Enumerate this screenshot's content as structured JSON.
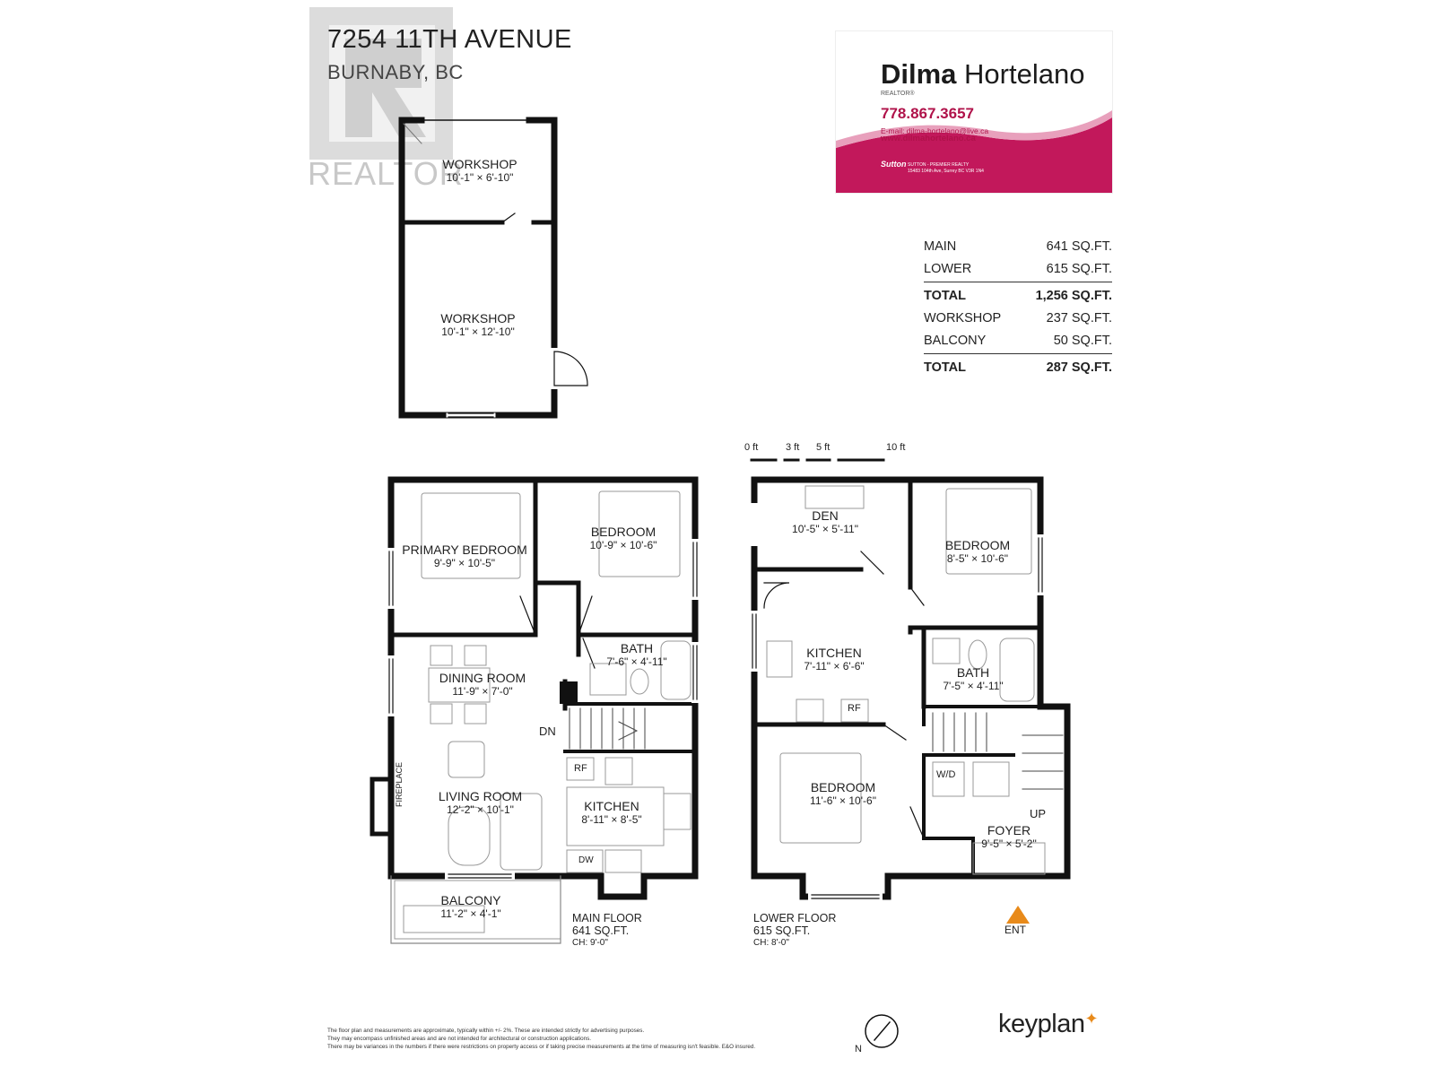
{
  "header": {
    "address": "7254 11TH AVENUE",
    "city": "BURNABY, BC"
  },
  "watermark": {
    "text": "REALTOR"
  },
  "agent_card": {
    "first_name": "Dilma",
    "last_name": "Hortelano",
    "designation": "REALTOR®",
    "phone": "778.867.3657",
    "email": "E-mail: dilma-hortelano@live.ca",
    "website": "www.dilmahortelano.ca",
    "brokerage_logo": "Sutton",
    "brokerage_line1": "SUTTON - PREMIER REALTY",
    "brokerage_line2": "15483 104th Ave, Surrey BC V3R 1N4",
    "colors": {
      "accent": "#c2185b"
    }
  },
  "area_table": {
    "rows": [
      {
        "label": "MAIN",
        "value": "641 SQ.FT."
      },
      {
        "label": "LOWER",
        "value": "615 SQ.FT."
      },
      {
        "label": "TOTAL",
        "value": "1,256 SQ.FT."
      },
      {
        "label": "WORKSHOP",
        "value": "237 SQ.FT."
      },
      {
        "label": "BALCONY",
        "value": "50 SQ.FT."
      },
      {
        "label": "TOTAL",
        "value": "287 SQ.FT."
      }
    ]
  },
  "workshop": {
    "rooms": [
      {
        "name": "WORKSHOP",
        "dims": "10'-1\" × 6'-10\""
      },
      {
        "name": "WORKSHOP",
        "dims": "10'-1\" × 12'-10\""
      }
    ]
  },
  "scale_bar": {
    "labels": [
      "0 ft",
      "3 ft",
      "5 ft",
      "10 ft"
    ]
  },
  "main_floor": {
    "label": "MAIN FLOOR",
    "area": "641 SQ.FT.",
    "ceiling": "CH: 9'-0\"",
    "rooms": [
      {
        "name": "PRIMARY BEDROOM",
        "dims": "9'-9\" × 10'-5\""
      },
      {
        "name": "BEDROOM",
        "dims": "10'-9\" × 10'-6\""
      },
      {
        "name": "BATH",
        "dims": "7'-6\" × 4'-11\""
      },
      {
        "name": "DINING ROOM",
        "dims": "11'-9\" × 7'-0\""
      },
      {
        "name": "LIVING ROOM",
        "dims": "12'-2\" × 10'-1\""
      },
      {
        "name": "KITCHEN",
        "dims": "8'-11\" × 8'-5\""
      },
      {
        "name": "BALCONY",
        "dims": "11'-2\" × 4'-1\""
      }
    ],
    "labels": {
      "fireplace": "FIREPLACE",
      "dn": "DN",
      "rf": "RF",
      "dw": "DW"
    }
  },
  "lower_floor": {
    "label": "LOWER FLOOR",
    "area": "615 SQ.FT.",
    "ceiling": "CH: 8'-0\"",
    "rooms": [
      {
        "name": "DEN",
        "dims": "10'-5\" × 5'-11\""
      },
      {
        "name": "BEDROOM",
        "dims": "8'-5\" × 10'-6\""
      },
      {
        "name": "KITCHEN",
        "dims": "7'-11\" × 6'-6\""
      },
      {
        "name": "BATH",
        "dims": "7'-5\" × 4'-11\""
      },
      {
        "name": "BEDROOM",
        "dims": "11'-6\" × 10'-6\""
      },
      {
        "name": "FOYER",
        "dims": "9'-5\" × 5'-2\""
      }
    ],
    "labels": {
      "rf": "RF",
      "wd": "W/D",
      "up": "UP",
      "ent": "ENT"
    }
  },
  "compass": {
    "label": "N"
  },
  "disclaimer": [
    "The floor plan and measurements are approximate, typically within +/- 2%. These are intended strictly for advertising purposes.",
    "They may encompass unfinished areas and are not intended for architectural or construction applications.",
    "There may be variances in the numbers if there were restrictions on property access or if taking precise measurements at the time of measuring isn't feasible. E&O insured."
  ],
  "brand": {
    "name": "keyplan"
  }
}
